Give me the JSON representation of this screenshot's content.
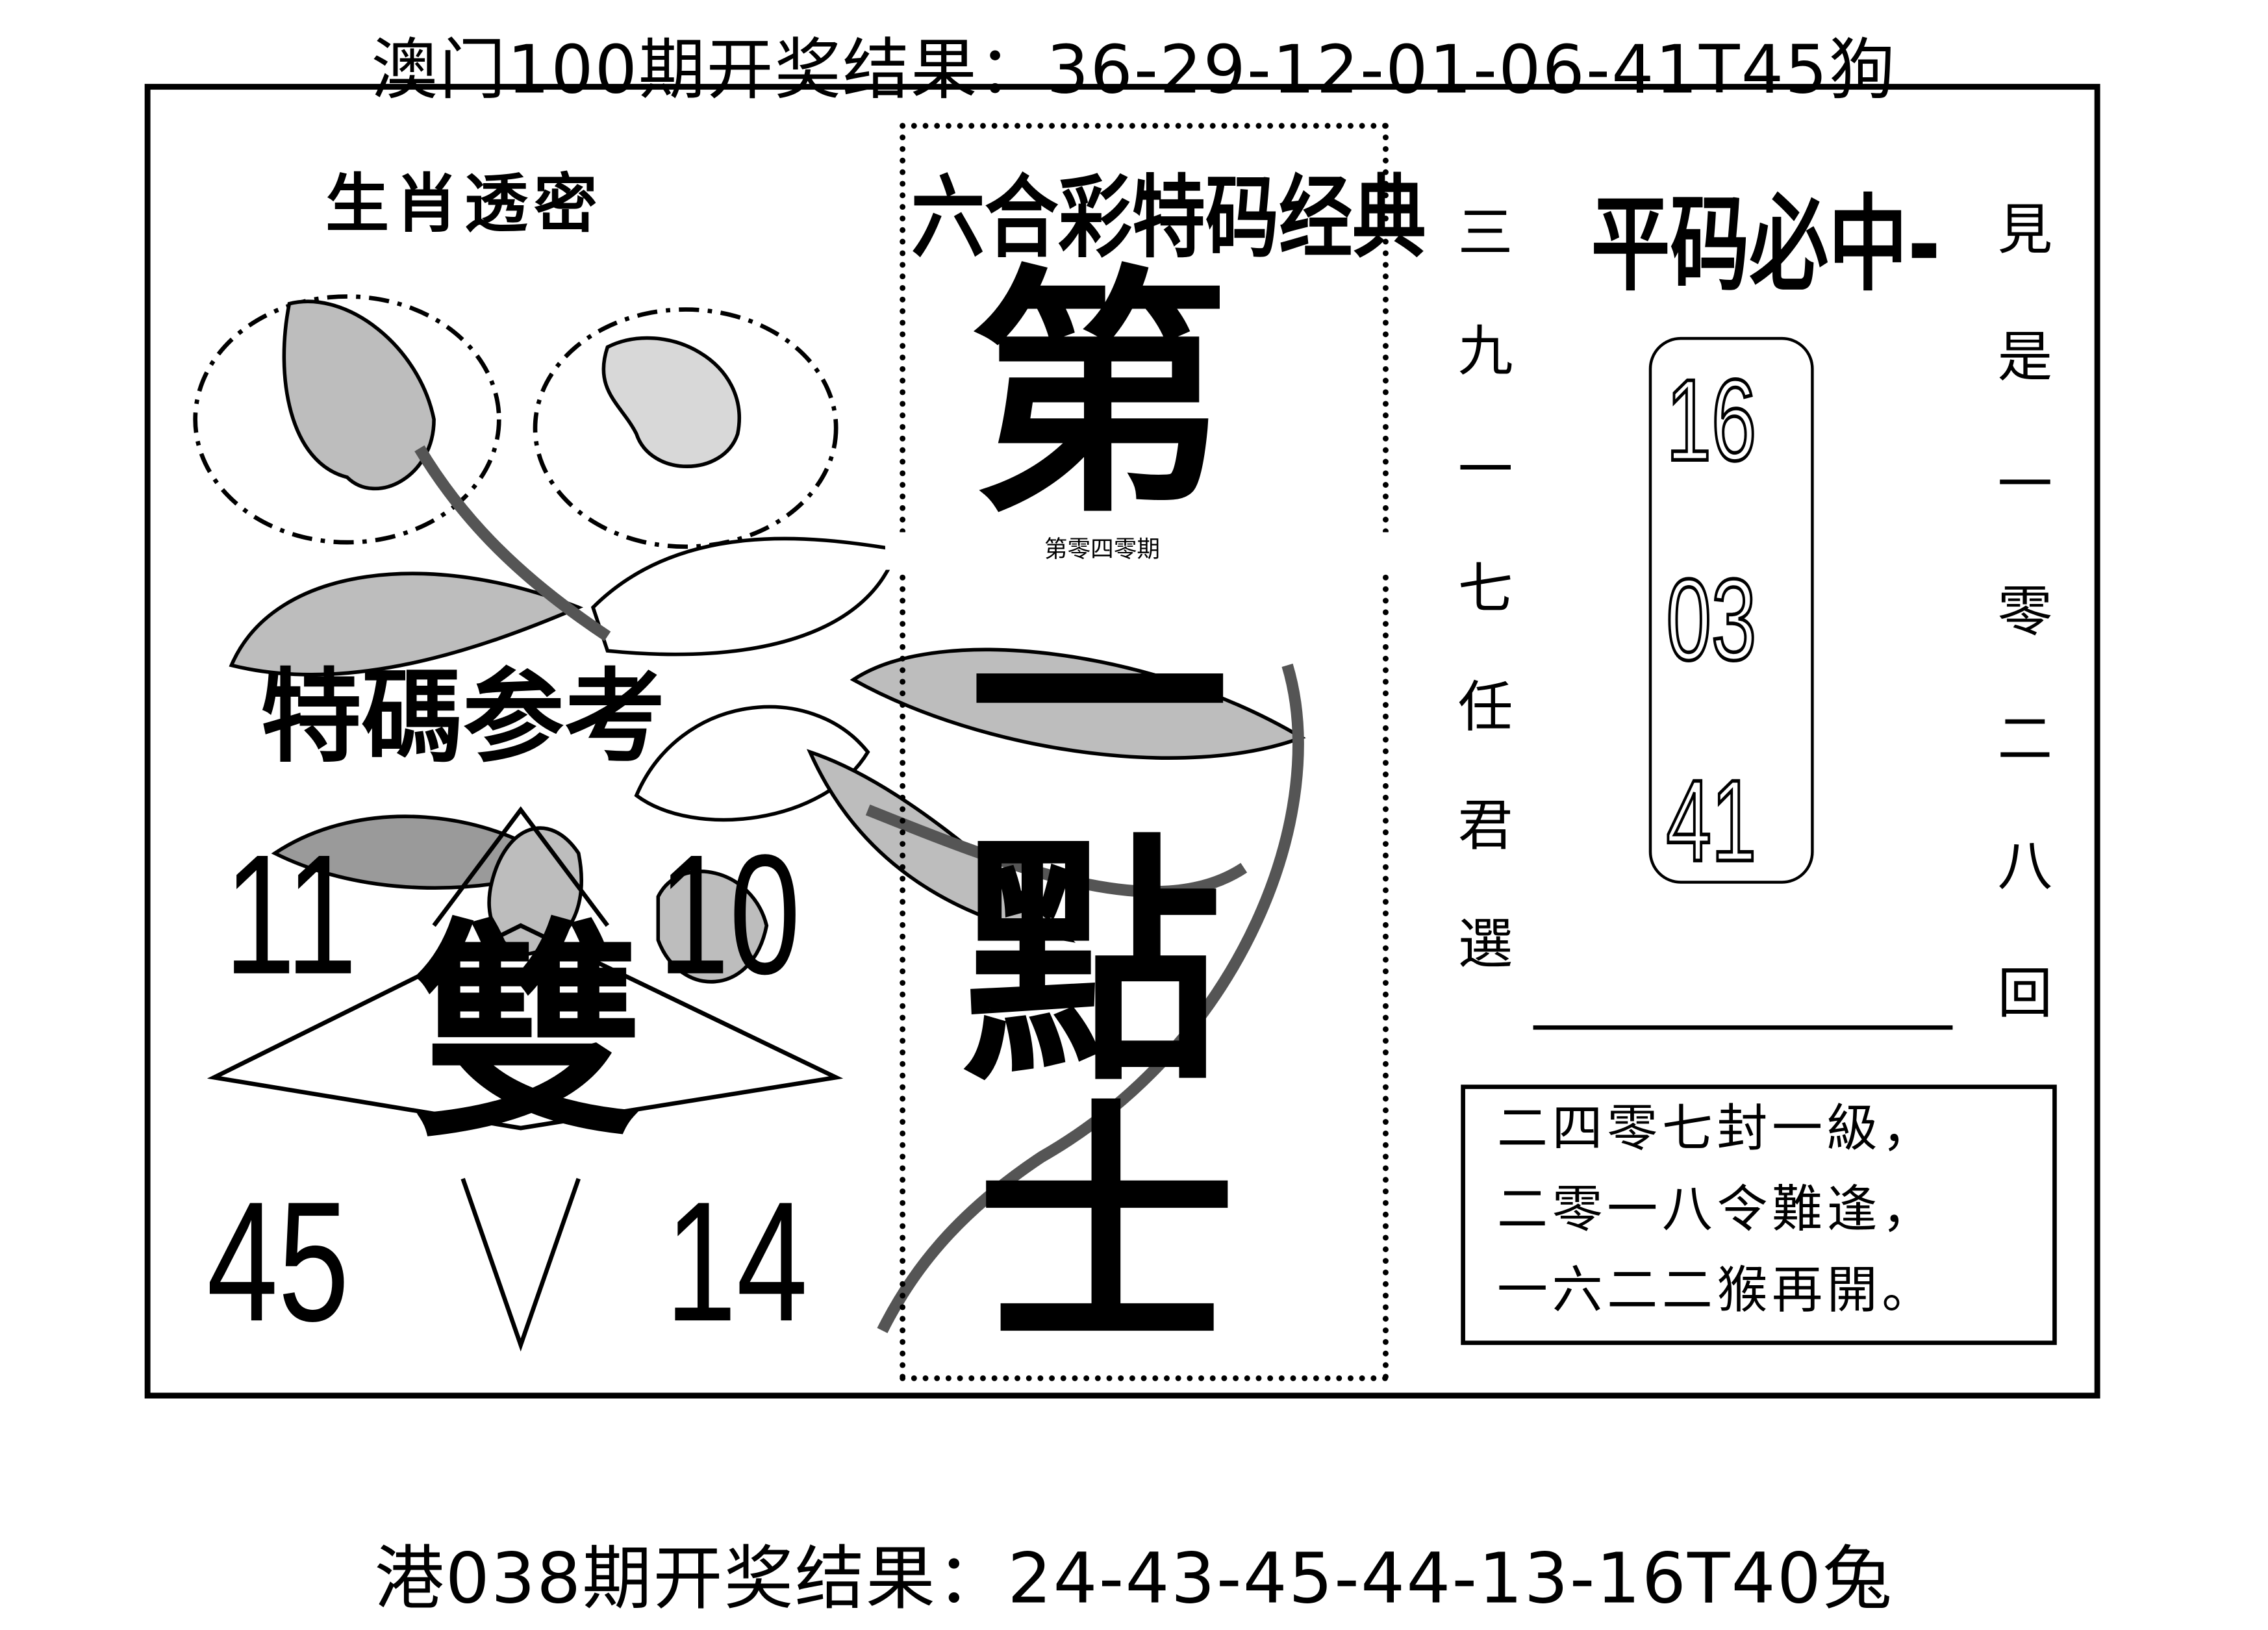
{
  "header": {
    "macau_result": "澳门100期开奖结果：36-29-12-01-06-41T45狗"
  },
  "footer": {
    "hk_result": "港038期开奖结果：24-43-45-44-13-16T40兔"
  },
  "left_panel": {
    "title": "生肖透密",
    "reference_title": "特碼参考",
    "numbers": [
      "11",
      "10",
      "45",
      "14"
    ],
    "center_char": "雙"
  },
  "center_panel": {
    "title": "六合彩特码经典",
    "issue": "第零四零期",
    "big_chars": [
      "第",
      "一",
      "點",
      "士"
    ]
  },
  "right_panel": {
    "left_column": [
      "三",
      "九",
      "一",
      "七",
      "任",
      "君",
      "選"
    ],
    "title": "平码必中-",
    "right_column": [
      "見",
      "是",
      "一",
      "零",
      "二",
      "八",
      "回"
    ],
    "numbers": [
      "16",
      "03",
      "41"
    ],
    "poem": [
      "二四零七封一級，",
      "二零一八令難逢，",
      "一六二二猴再開。"
    ]
  },
  "colors": {
    "ink": "#000000",
    "paper": "#ffffff",
    "shade": "#8a8a8a"
  }
}
